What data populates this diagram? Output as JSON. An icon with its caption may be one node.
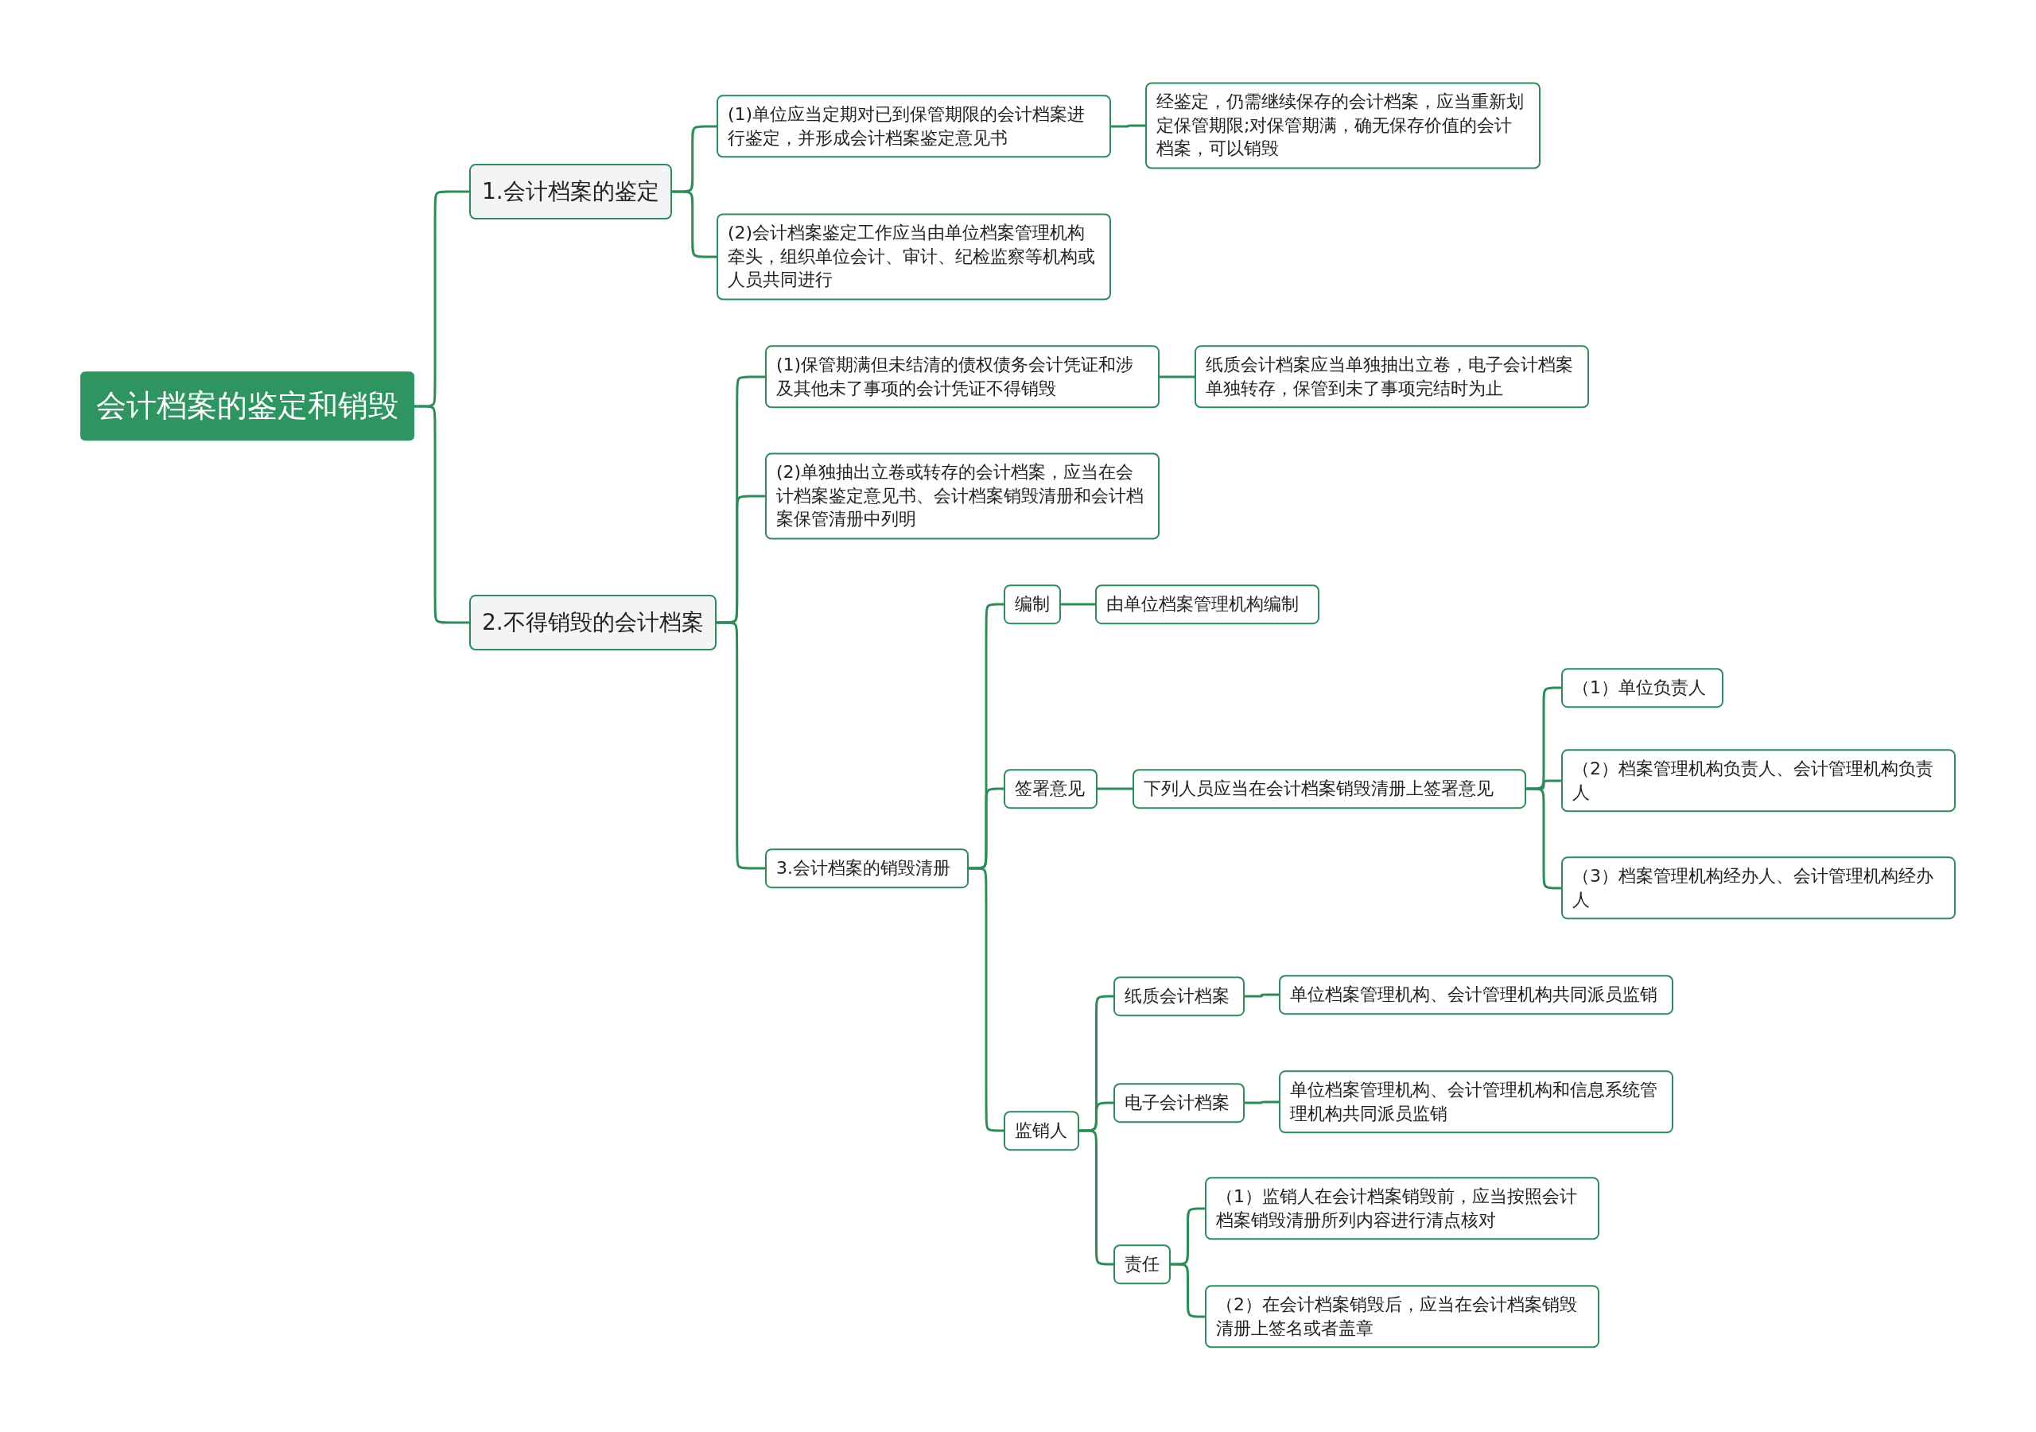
{
  "diagram": {
    "nodes": [
      {
        "text": [
          "会计档案的鉴定和销毁"
        ]
      },
      {
        "text": [
          "1.会计档案的鉴定"
        ]
      },
      {
        "text": [
          "(1)单位应当定期对已到保管期限的会计档案进行鉴定，并形成会计档案鉴定意见书"
        ]
      },
      {
        "text": [
          "经鉴定，仍需继续保存的会计档案，应当重新划定保管期限;对保管期满，确无保存价值的会计档案，可以销毁"
        ]
      },
      {
        "text": [
          "(2)会计档案鉴定工作应当由单位档案管理机构牵头，组织单位会计、审计、纪检监察等机构或人员共同进行"
        ]
      },
      {
        "text": [
          "2.不得销毁的会计档案"
        ]
      },
      {
        "text": [
          "(1)保管期满但未结清的债权债务会计凭证和涉及其他未了事项的会计凭证不得销毁"
        ]
      },
      {
        "text": [
          "纸质会计档案应当单独抽出立卷，电子会计档案单独转存，保管到未了事项完结时为止"
        ]
      },
      {
        "text": [
          "(2)单独抽出立卷或转存的会计档案，应当在会计档案鉴定意见书、会计档案销毁清册和会计档案保管清册中列明"
        ]
      },
      {
        "text": [
          "3.会计档案的销毁清册"
        ]
      },
      {
        "text": [
          "编制"
        ]
      },
      {
        "text": [
          "由单位档案管理机构编制"
        ]
      },
      {
        "text": [
          "签署意见"
        ]
      },
      {
        "text": [
          "下列人员应当在会计档案销毁清册上签署意见"
        ]
      },
      {
        "text": [
          "（1）单位负责人"
        ]
      },
      {
        "text": [
          "（2）档案管理机构负责人、会计管理机构负责人"
        ]
      },
      {
        "text": [
          "（3）档案管理机构经办人、会计管理机构经办人"
        ]
      },
      {
        "text": [
          "监销人"
        ]
      },
      {
        "text": [
          "纸质会计档案"
        ]
      },
      {
        "text": [
          "单位档案管理机构、会计管理机构共同派员监销"
        ]
      },
      {
        "text": [
          "电子会计档案"
        ]
      },
      {
        "text": [
          "单位档案管理机构、会计管理机构和信息系统管理机构共同派员监销"
        ]
      },
      {
        "text": [
          "责任"
        ]
      },
      {
        "text": [
          "（1）监销人在会计档案销毁前，应当按照会计档案销毁清册所列内容进行清点核对"
        ]
      },
      {
        "text": [
          "（2）在会计档案销毁后，应当在会计档案销毁清册上签名或者盖章"
        ]
      }
    ],
    "edges": [
      {
        "from": 0,
        "to": 1,
        "arrow": "none"
      },
      {
        "from": 0,
        "to": 5,
        "arrow": "none"
      },
      {
        "from": 1,
        "to": 2,
        "arrow": "none"
      },
      {
        "from": 2,
        "to": 3,
        "arrow": "none"
      },
      {
        "from": 1,
        "to": 4,
        "arrow": "none"
      },
      {
        "from": 5,
        "to": 6,
        "arrow": "none"
      },
      {
        "from": 6,
        "to": 7,
        "arrow": "none"
      },
      {
        "from": 5,
        "to": 8,
        "arrow": "none"
      },
      {
        "from": 5,
        "to": 9,
        "arrow": "none"
      },
      {
        "from": 9,
        "to": 10,
        "arrow": "none"
      },
      {
        "from": 10,
        "to": 11,
        "arrow": "none"
      },
      {
        "from": 9,
        "to": 12,
        "arrow": "none"
      },
      {
        "from": 12,
        "to": 13,
        "arrow": "none"
      },
      {
        "from": 13,
        "to": 14,
        "arrow": "none"
      },
      {
        "from": 13,
        "to": 15,
        "arrow": "none"
      },
      {
        "from": 13,
        "to": 16,
        "arrow": "none"
      },
      {
        "from": 9,
        "to": 17,
        "arrow": "none"
      },
      {
        "from": 17,
        "to": 18,
        "arrow": "none"
      },
      {
        "from": 18,
        "to": 19,
        "arrow": "none"
      },
      {
        "from": 17,
        "to": 20,
        "arrow": "none"
      },
      {
        "from": 20,
        "to": 21,
        "arrow": "none"
      },
      {
        "from": 17,
        "to": 22,
        "arrow": "none"
      },
      {
        "from": 22,
        "to": 23,
        "arrow": "none"
      },
      {
        "from": 22,
        "to": 24,
        "arrow": "none"
      }
    ]
  }
}
